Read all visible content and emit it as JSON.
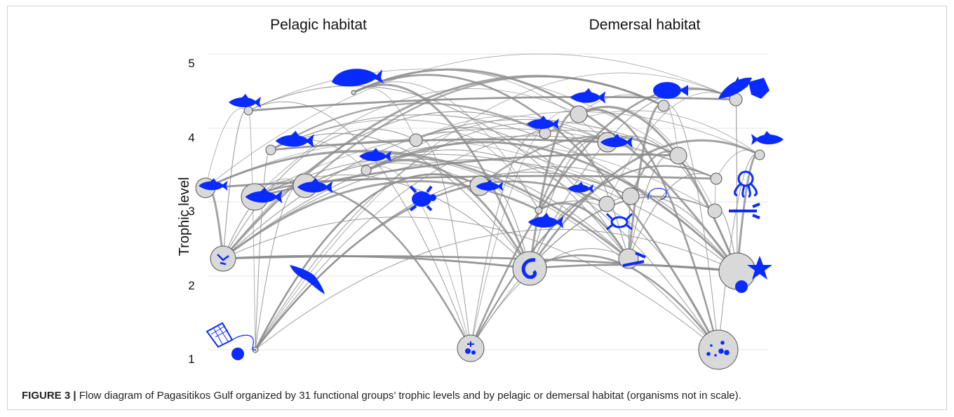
{
  "headers": {
    "pelagic": "Pelagic habitat",
    "demersal": "Demersal habitat"
  },
  "axis": {
    "ylabel": "Trophic level",
    "ticks": [
      "1",
      "2",
      "3",
      "4",
      "5"
    ]
  },
  "caption": {
    "label": "FIGURE 3 |",
    "text": " Flow diagram of Pagasitikos Gulf organized by 31 functional groups’ trophic levels and by pelagic or demersal habitat (organisms not in scale)."
  },
  "colors": {
    "icon": "#0a2bff",
    "node_fill": "#d9d9d9",
    "node_stroke": "#555555",
    "flow": "#8c8c8c",
    "grid": "#e6e6e6"
  },
  "icons": [
    "whale-icon",
    "tuna-icon",
    "mackerel-icon",
    "bird-icon",
    "turtle-icon",
    "zooplankton-icon",
    "phytoplankton-icon",
    "detritus-icon",
    "fishing-net-icon",
    "shark-icon",
    "ray-icon",
    "octopus-icon",
    "crab-icon",
    "lobster-icon",
    "shrimp-icon",
    "starfish-icon",
    "sea-urchin-icon",
    "polychaete-icon",
    "flatfish-icon"
  ]
}
